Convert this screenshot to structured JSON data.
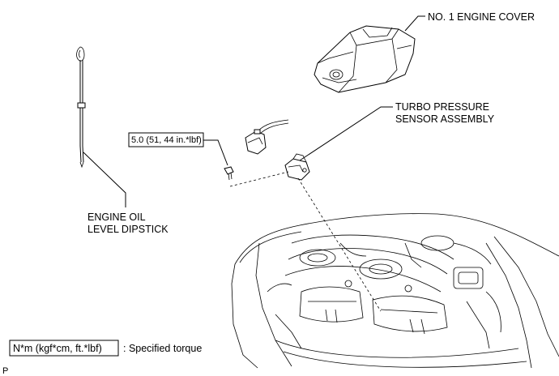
{
  "labels": {
    "engine_cover": "NO. 1 ENGINE COVER",
    "turbo_sensor_line1": "TURBO PRESSURE",
    "turbo_sensor_line2": "SENSOR ASSEMBLY",
    "dipstick_line1": "ENGINE OIL",
    "dipstick_line2": "LEVEL DIPSTICK",
    "torque_value": "5.0 (51, 44 in.*lbf)"
  },
  "legend": {
    "torque_unit": "N*m (kgf*cm, ft.*lbf)",
    "torque_desc": ": Specified torque"
  },
  "corner_mark": "P"
}
